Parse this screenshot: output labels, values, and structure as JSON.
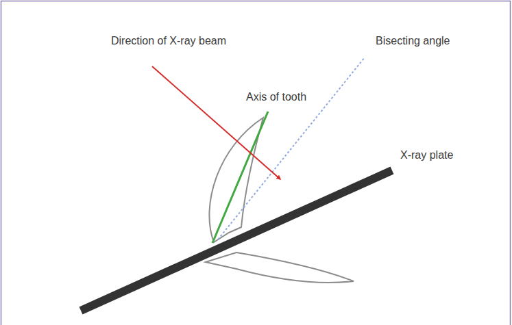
{
  "diagram": {
    "labels": [
      "Direction of X-ray beam",
      "Bisecting angle",
      "Axis of tooth",
      "X-ray plate"
    ]
  }
}
